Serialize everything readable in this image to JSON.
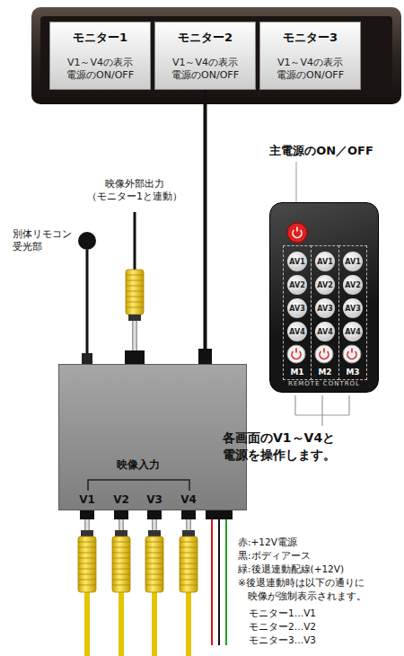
{
  "diagram": {
    "nodes": [
      {
        "text": [
          "モニター1",
          "V1～V4の表示 電源のON/OFF"
        ]
      },
      {
        "text": [
          "モニター2",
          "V1～V4の表示 電源のON/OFF"
        ]
      },
      {
        "text": [
          "モニター3",
          "V1～V4の表示 電源のON/OFF"
        ]
      },
      {
        "text": [
          "映像入力"
        ]
      },
      {
        "text": [
          "REMOTE CONTROL"
        ]
      },
      {
        "text": [
          "M1"
        ],
        "in": 4
      },
      {
        "text": [
          "AV1"
        ],
        "in": 5
      },
      {
        "text": [
          "AV2"
        ],
        "in": 5
      },
      {
        "text": [
          "AV3"
        ],
        "in": 5
      },
      {
        "text": [
          "AV4"
        ],
        "in": 5
      },
      {
        "text": [
          "M2"
        ],
        "in": 4
      },
      {
        "text": [
          "AV1"
        ],
        "in": 10
      },
      {
        "text": [
          "AV2"
        ],
        "in": 10
      },
      {
        "text": [
          "AV3"
        ],
        "in": 10
      },
      {
        "text": [
          "AV4"
        ],
        "in": 10
      },
      {
        "text": [
          "M3"
        ],
        "in": 4
      },
      {
        "text": [
          "AV1"
        ],
        "in": 15
      },
      {
        "text": [
          "AV2"
        ],
        "in": 15
      },
      {
        "text": [
          "AV3"
        ],
        "in": 15
      },
      {
        "text": [
          "AV4"
        ],
        "in": 15
      }
    ],
    "edges": [
      {
        "from": 1,
        "to": 3,
        "arrow": "none"
      }
    ],
    "labels": [
      "主電源のON／OFF",
      "映像外部出力 （モニター1と連動）",
      "別体リモコン 受光部",
      "各画面のV1～V4と 電源を操作します。",
      "V1",
      "V2",
      "V3",
      "V4",
      "赤:+12V電源",
      "黒:ボディアース",
      "緑:後退連動配線(+12V)",
      "※後退連動時は以下の通りに 映像が強制表示されます。",
      "モニター1…V1",
      "モニター2…V2",
      "モニター3…V3"
    ]
  }
}
